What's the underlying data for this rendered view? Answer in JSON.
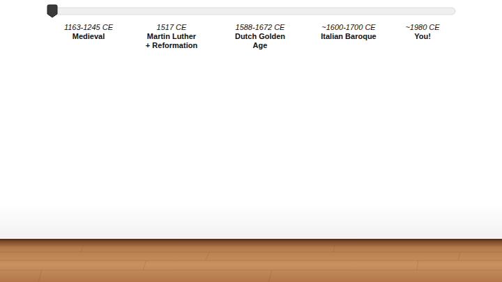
{
  "diagram": {
    "labels": [
      "1163-1245 CE",
      "Medieval",
      "1517 CE",
      "Martin Luther + Reformation",
      "1588-1672 CE",
      "Dutch Golden Age",
      "~1600-1700 CE",
      "Italian Baroque",
      "~1980 CE",
      "You!"
    ]
  }
}
